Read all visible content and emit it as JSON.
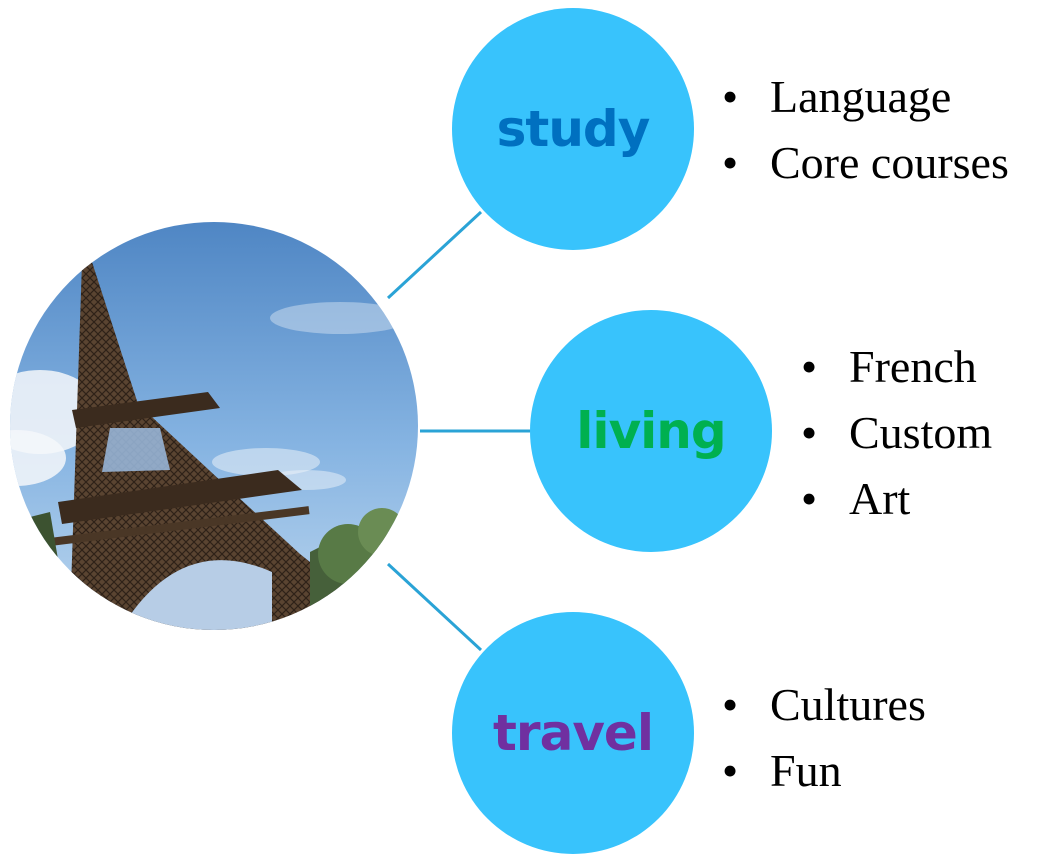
{
  "nodes": [
    {
      "id": "study",
      "label": "study",
      "label_color": "#0070c0",
      "items": [
        "Language",
        "Core courses"
      ]
    },
    {
      "id": "living",
      "label": "living",
      "label_color": "#00b050",
      "items": [
        "French",
        "Custom",
        "Art"
      ]
    },
    {
      "id": "travel",
      "label": "travel",
      "label_color": "#7030a0",
      "items": [
        "Cultures",
        "Fun"
      ]
    }
  ],
  "colors": {
    "node_fill": "#38c3fc",
    "connector": "#2aa3d6",
    "bullet_text": "#000000"
  },
  "photo": {
    "subject": "eiffel-tower"
  }
}
